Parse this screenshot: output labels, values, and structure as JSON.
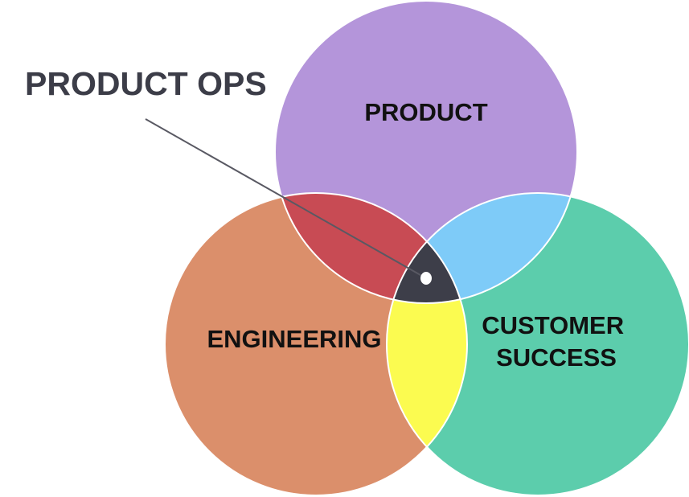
{
  "diagram": {
    "type": "venn",
    "sets": [
      {
        "id": "product",
        "label_lines": [
          "PRODUCT"
        ],
        "color": "#b495da"
      },
      {
        "id": "engineering",
        "label_lines": [
          "ENGINEERING"
        ],
        "color": "#db8f6b"
      },
      {
        "id": "customer_success",
        "label_lines": [
          "CUSTOMER",
          "SUCCESS"
        ],
        "color": "#5ccdac"
      }
    ],
    "intersections": [
      {
        "id": "product_engineering",
        "sets": [
          "product",
          "engineering"
        ],
        "color": "#c84b54"
      },
      {
        "id": "product_customer_success",
        "sets": [
          "product",
          "customer_success"
        ],
        "color": "#7ecbf8"
      },
      {
        "id": "engineering_customer_success",
        "sets": [
          "engineering",
          "customer_success"
        ],
        "color": "#fbfb50"
      },
      {
        "id": "all_three",
        "sets": [
          "product",
          "engineering",
          "customer_success"
        ],
        "color": "#3d3e49"
      }
    ],
    "callout": {
      "label": "PRODUCT OPS",
      "target": "all_three",
      "color": "#3c3d48",
      "line_color": "#595963",
      "dot_color": "#ffffff"
    },
    "outline_color": "#ffffff"
  }
}
